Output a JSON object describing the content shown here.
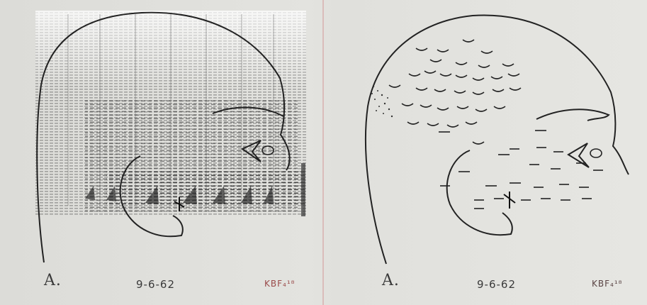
{
  "panels": [
    {
      "label": "A.",
      "date": "9-6-62",
      "code": "KBF₄¹⁸"
    },
    {
      "label": "A.",
      "date": "9-6-62",
      "code": "KBF₄¹⁸"
    }
  ],
  "colors": {
    "ink": "#222222",
    "paper": "#e2e2de",
    "accent_red": "#9a4a4a"
  },
  "icons": [
    "x-mark",
    "wave-marks",
    "dash-marks"
  ]
}
